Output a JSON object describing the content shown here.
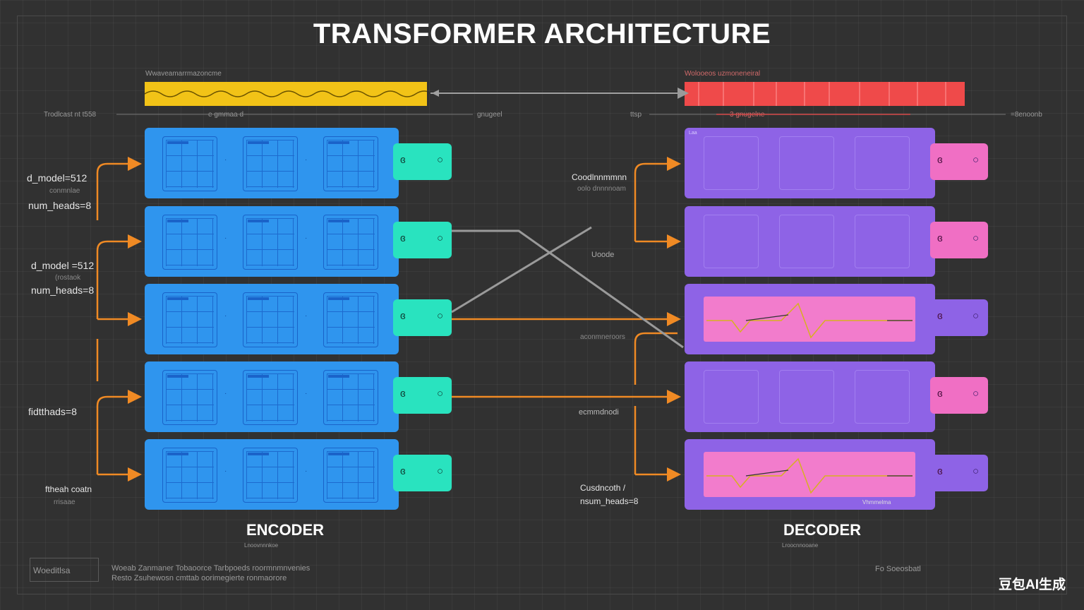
{
  "title": "TRANSFORMER ARCHITECTURE",
  "top_left_caption": "Wwaveamarrmazoncme",
  "top_right_caption": "Wolooeos uzmoneneiral",
  "axis_labels": {
    "left": "Trodlcast nt t558",
    "mid_left": "e gmmaa  d",
    "mid_right": "gnugeel",
    "right_a": "ttsp",
    "right_b": "3 gnugelne",
    "right_end": "=8enoonb"
  },
  "encoder": {
    "title": "ENCODER",
    "subtitle": "Lnoovnnnkoe",
    "left_labels": {
      "l1": "d_model=512",
      "l1_sub": "conmnlae",
      "l2": "num_heads=8",
      "l3": "d_model =512",
      "l3_sub": "(rostaok",
      "l4": "num_heads=8",
      "l5": "fidtthads=8",
      "l6": "ftheah coatn",
      "l6_sub": "rrisaae"
    }
  },
  "decoder": {
    "title": "DECODER",
    "subtitle": "Lroocnnooane",
    "labels": {
      "d1": "Coodlnnmmnn",
      "d1_sub": "oolo dnnnnoam",
      "d2": "Uoode",
      "d3": "aconmneroors",
      "d4": "ecmmdnodi",
      "d5": "Cusdncoth /",
      "d6": "nsum_heads=8",
      "corner": "Laa",
      "inner": "Vhmmelma"
    }
  },
  "footer": {
    "legend": "Woeditlsa",
    "line1": "Woeab Zanmaner Tobaoorce Tarbpoeds roormnmnvenies",
    "line2": "Resto Zsuhewosn cmttab oorimegierte ronmaorore",
    "right": "Fo Soeosbatl"
  },
  "watermark": "豆包AI生成",
  "colors": {
    "encoder_block": "#2f95ee",
    "encoder_node": "#29e3bf",
    "decoder_block": "#8e63e6",
    "decoder_node": "#f06fc4",
    "connector": "#f08a24",
    "bar_left": "#f2c317",
    "bar_right": "#ef4a4a"
  }
}
